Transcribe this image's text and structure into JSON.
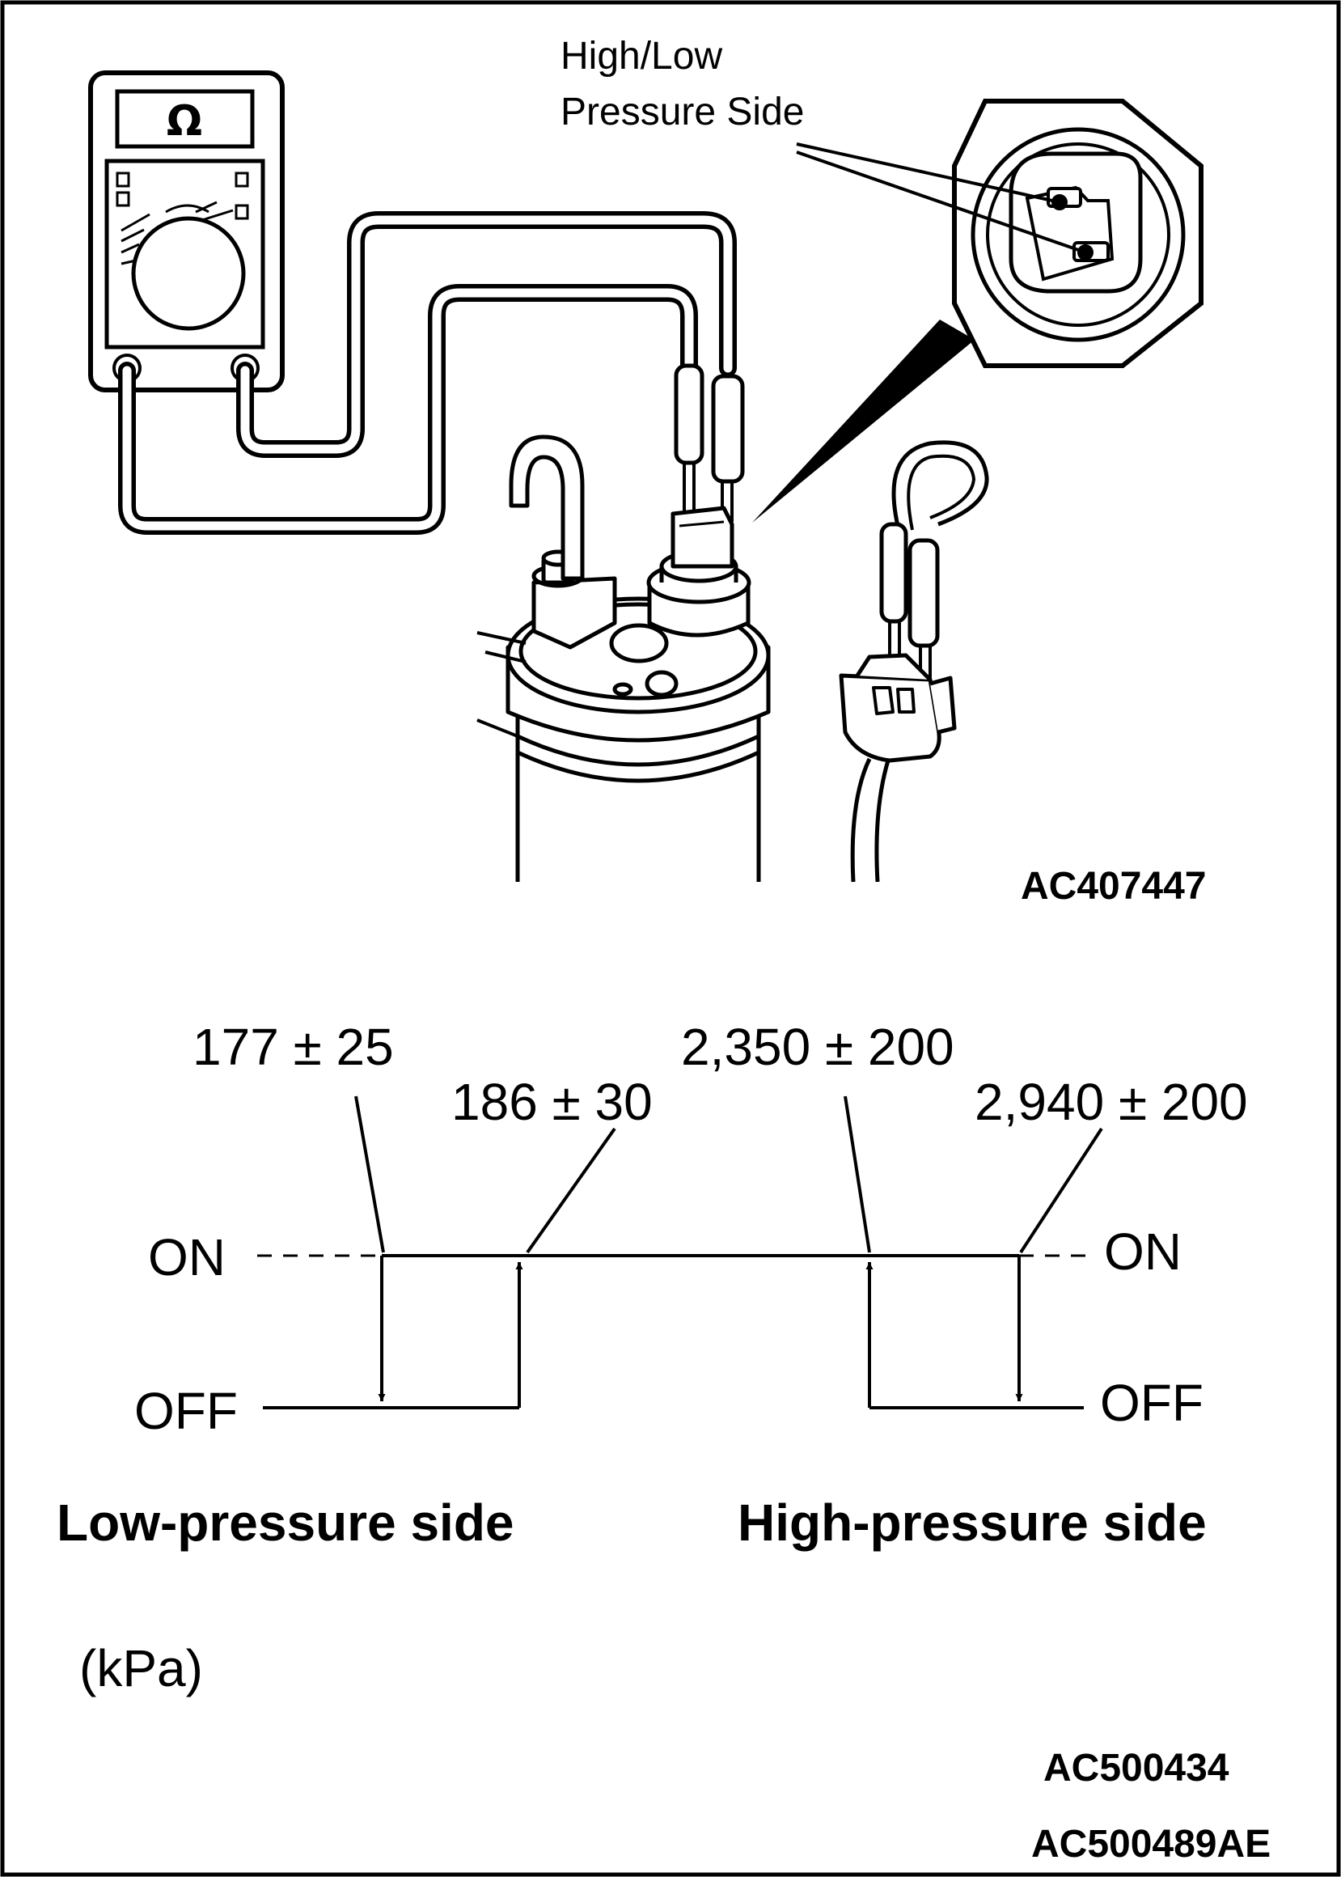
{
  "illustration": {
    "meter_symbol": "Ω",
    "callout_line1": "High/Low",
    "callout_line2": "Pressure Side",
    "figure_code": "AC407447"
  },
  "diagram": {
    "low_switch_off_value": "177 ± 25",
    "low_switch_on_value": "186 ± 30",
    "high_switch_off_value": "2,350 ± 200",
    "high_switch_on_value": "2,940 ± 200",
    "on_label": "ON",
    "off_label": "OFF",
    "low_side_caption": "Low-pressure side",
    "high_side_caption": "High-pressure side",
    "unit": "(kPa)"
  },
  "footer": {
    "code_1": "AC500434",
    "code_2": "AC500489AE"
  },
  "icons": [
    "ohmmeter-icon",
    "pressure-switch-icon",
    "receiver-drier-icon",
    "harness-connector-icon"
  ]
}
